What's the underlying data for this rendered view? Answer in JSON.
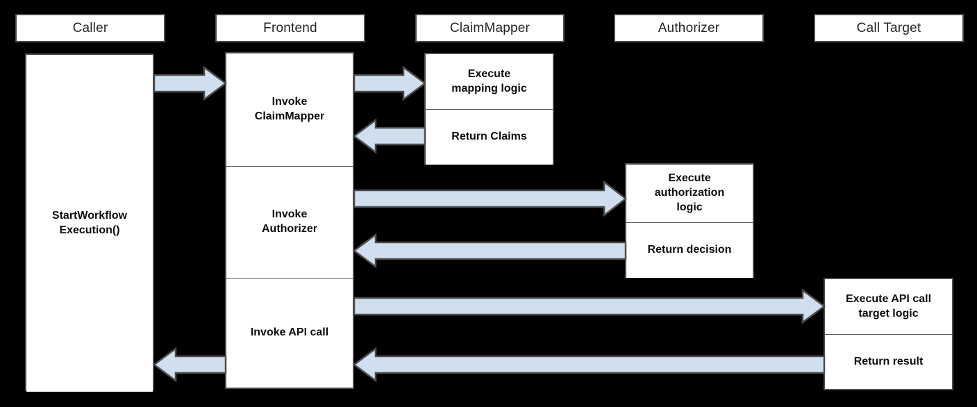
{
  "diagram": {
    "title": "Sequence diagram: StartWorkflowExecution call flow",
    "background_color": "#000000",
    "box_fill_color": "#ffffff",
    "box_border_color": "#4d4d4d",
    "arrow_fill_color": "#cfdfee",
    "arrow_stroke_color": "#4d4d4d",
    "text_color": "#0d0d0d"
  },
  "participants": [
    {
      "id": "caller",
      "label": "Caller"
    },
    {
      "id": "frontend",
      "label": "Frontend"
    },
    {
      "id": "claimmapper",
      "label": "ClaimMapper"
    },
    {
      "id": "authorizer",
      "label": "Authorizer"
    },
    {
      "id": "calltarget",
      "label": "Call Target"
    }
  ],
  "activations": {
    "caller": {
      "segments": [
        {
          "label": "StartWorkflow\nExecution()"
        }
      ]
    },
    "frontend": {
      "segments": [
        {
          "label": "Invoke\nClaimMapper"
        },
        {
          "label": "Invoke\nAuthorizer"
        },
        {
          "label": "Invoke API call"
        }
      ]
    },
    "claimmapper": {
      "segments": [
        {
          "label": "Execute\nmapping logic"
        },
        {
          "label": "Return Claims"
        }
      ]
    },
    "authorizer": {
      "segments": [
        {
          "label": "Execute\nauthorization\nlogic"
        },
        {
          "label": "Return decision"
        }
      ]
    },
    "calltarget": {
      "segments": [
        {
          "label": "Execute API call\ntarget logic"
        },
        {
          "label": "Return result"
        }
      ]
    }
  },
  "messages": [
    {
      "id": "m1",
      "from": "caller",
      "to": "frontend",
      "direction": "right",
      "label": ""
    },
    {
      "id": "m2",
      "from": "frontend",
      "to": "claimmapper",
      "direction": "right",
      "label": ""
    },
    {
      "id": "m3",
      "from": "claimmapper",
      "to": "frontend",
      "direction": "left",
      "label": ""
    },
    {
      "id": "m4",
      "from": "frontend",
      "to": "authorizer",
      "direction": "right",
      "label": ""
    },
    {
      "id": "m5",
      "from": "authorizer",
      "to": "frontend",
      "direction": "left",
      "label": ""
    },
    {
      "id": "m6",
      "from": "frontend",
      "to": "calltarget",
      "direction": "right",
      "label": ""
    },
    {
      "id": "m7",
      "from": "calltarget",
      "to": "frontend",
      "direction": "left",
      "label": ""
    },
    {
      "id": "m8",
      "from": "frontend",
      "to": "caller",
      "direction": "left",
      "label": ""
    }
  ]
}
